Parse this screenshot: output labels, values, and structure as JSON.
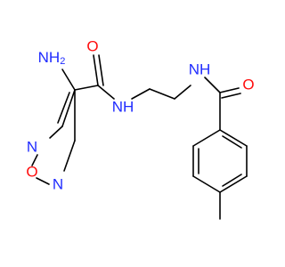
{
  "labels": {
    "nh2_n": "NH",
    "nh2_sub": "2",
    "n_ring": "N",
    "o_ring": "O",
    "n_ring2": "N",
    "o_amide1": "O",
    "nh_amide1": "NH",
    "nh_amide2": "NH",
    "o_amide2": "O"
  },
  "colors": {
    "bond": "#000000",
    "oxygen": "#ff0d0d",
    "nitrogen": "#1f2bff",
    "background": "#ffffff"
  }
}
